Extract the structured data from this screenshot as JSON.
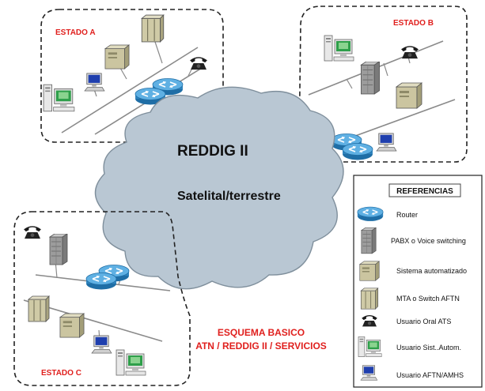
{
  "states": {
    "a": "ESTADO A",
    "b": "ESTADO B",
    "c": "ESTADO C"
  },
  "network": {
    "name": "REDDIG II",
    "medium": "Satelital/terrestre"
  },
  "caption": {
    "line1": "ESQUEMA BASICO",
    "line2": "ATN / REDDIG II / SERVICIOS"
  },
  "legend": {
    "title": "REFERENCIAS",
    "items": [
      {
        "icon": "router-icon",
        "label": "Router"
      },
      {
        "icon": "pabx-icon",
        "label": "PABX o Voice switching"
      },
      {
        "icon": "automated-system-icon",
        "label": "Sistema automatizado"
      },
      {
        "icon": "mta-switch-icon",
        "label": "MTA o Switch AFTN"
      },
      {
        "icon": "phone-icon",
        "label": "Usuario Oral ATS"
      },
      {
        "icon": "workstation-icon",
        "label": "Usuario Sist..Autom."
      },
      {
        "icon": "terminal-icon",
        "label": "Usuario AFTN/AMHS"
      }
    ]
  },
  "colors": {
    "label_red": "#e0201e",
    "cloud_fill": "#b9c7d3",
    "router_blue": "#3f8fc4",
    "equipment_beige": "#cfcaa6",
    "pabx_gray": "#a8a8a8",
    "line_gray": "#8a8a8a"
  }
}
